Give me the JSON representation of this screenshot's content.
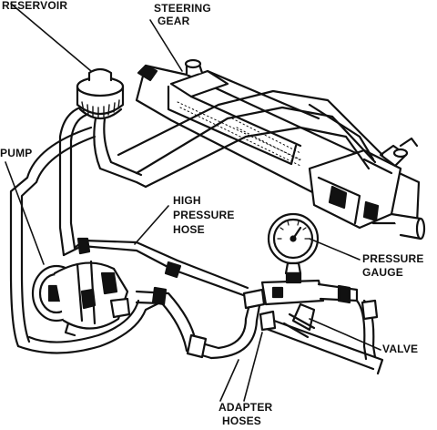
{
  "labels": {
    "reservoir": "RESERVOIR",
    "steering_gear_1": "STEERING",
    "steering_gear_2": "GEAR",
    "pump": "PUMP",
    "high_pressure_hose_1": "HIGH",
    "high_pressure_hose_2": "PRESSURE",
    "high_pressure_hose_3": "HOSE",
    "pressure_gauge_1": "PRESSURE",
    "pressure_gauge_2": "GAUGE",
    "valve": "VALVE",
    "adapter_hoses_1": "ADAPTER",
    "adapter_hoses_2": "HOSES"
  },
  "gauge_icon": "pressure-gauge-dial",
  "colors": {
    "ink": "#111111",
    "paper": "#ffffff"
  }
}
